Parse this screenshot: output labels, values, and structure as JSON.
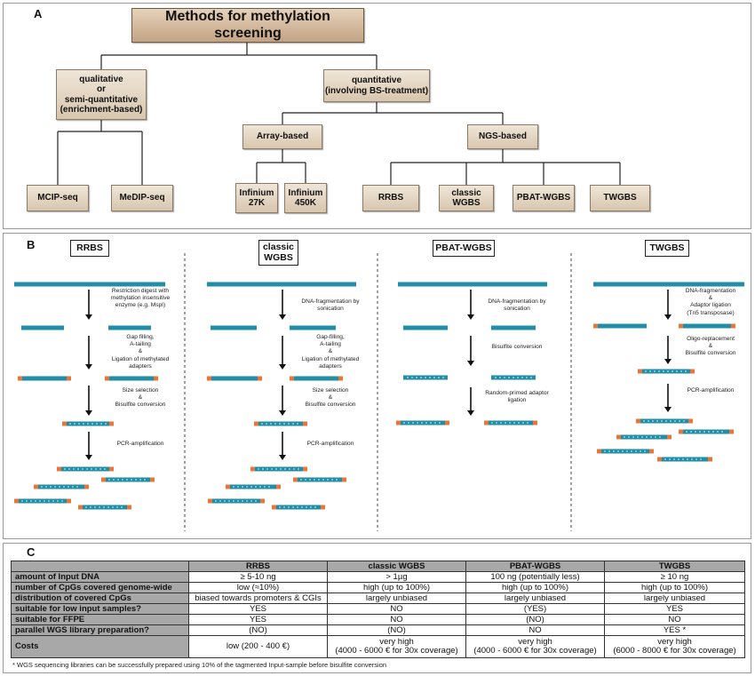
{
  "panel_a": {
    "label": "A",
    "title": "Methods for methylation screening",
    "qualitative": "qualitative\nor\nsemi-quantitative\n(enrichment-based)",
    "quantitative": "quantitative\n(involving BS-treatment)",
    "array": "Array-based",
    "ngs": "NGS-based",
    "leaves": {
      "mcip": "MCIP-seq",
      "medip": "MeDIP-seq",
      "inf27": "Infinium\n27K",
      "inf450": "Infinium\n450K",
      "rrbs": "RRBS",
      "classic": "classic\nWGBS",
      "pbat": "PBAT-WGBS",
      "twgbs": "TWGBS"
    }
  },
  "panel_b": {
    "label": "B",
    "methods": {
      "rrbs": {
        "name": "RRBS",
        "steps": [
          "Restriction digest with\nmethylation insensitive\nenzyme (e.g. MspI)",
          "Gap filling,\nA-tailing\n&\nLigation of methylated\nadapters",
          "Size selection\n&\nBisulfite conversion",
          "PCR-amplification"
        ]
      },
      "classic": {
        "name": "classic\nWGBS",
        "steps": [
          "DNA-fragmentation by\nsonication",
          "Gap-filling,\nA-tailing\n&\nLigation of methylated\nadapters",
          "Size selection\n&\nBisulfite conversion",
          "PCR-amplification"
        ]
      },
      "pbat": {
        "name": "PBAT-WGBS",
        "steps": [
          "DNA-fragmentation by\nsonication",
          "Bisulfite conversion",
          "Random-primed adaptor\nligation"
        ]
      },
      "twgbs": {
        "name": "TWGBS",
        "steps": [
          "DNA-fragmentation\n&\nAdaptor ligation\n(Tn5 transposase)",
          "Oligo-replacement\n&\nBisulfite conversion",
          "PCR-amplification"
        ]
      }
    },
    "colors": {
      "dna": "#1f8ea6",
      "adapter": "#e8753a",
      "dots": "#bfe4ee"
    }
  },
  "panel_c": {
    "label": "C",
    "headers": [
      "",
      "RRBS",
      "classic WGBS",
      "PBAT-WGBS",
      "TWGBS"
    ],
    "rows": [
      [
        "amount of Input DNA",
        "≥ 5-10 ng",
        "> 1µg",
        "100 ng (potentially less)",
        "≥ 10 ng"
      ],
      [
        "number of CpGs covered genome-wide",
        "low (≈10%)",
        "high (up to 100%)",
        "high (up to 100%)",
        "high (up to 100%)"
      ],
      [
        "distribution of covered CpGs",
        "biased towards promoters & CGIs",
        "largely unbiased",
        "largely unbiased",
        "largely unbiased"
      ],
      [
        "suitable for low input samples?",
        "YES",
        "NO",
        "(YES)",
        "YES"
      ],
      [
        "suitable for FFPE",
        "YES",
        "NO",
        "(NO)",
        "NO"
      ],
      [
        "parallel WGS library preparation?",
        "(NO)",
        "(NO)",
        "NO",
        "YES *"
      ]
    ],
    "costs": {
      "label": "Costs",
      "rrbs": "low (200 - 400 €)",
      "classic": "very high\n(4000 - 6000 € for 30x coverage)",
      "pbat": "very high\n(4000 - 6000 € for 30x coverage)",
      "twgbs": "very high\n(6000 - 8000 € for 30x coverage)"
    },
    "footnote": "* WGS sequencing libraries can be successfully prepared using 10% of the tagmented Input-sample before bisulfite conversion"
  }
}
